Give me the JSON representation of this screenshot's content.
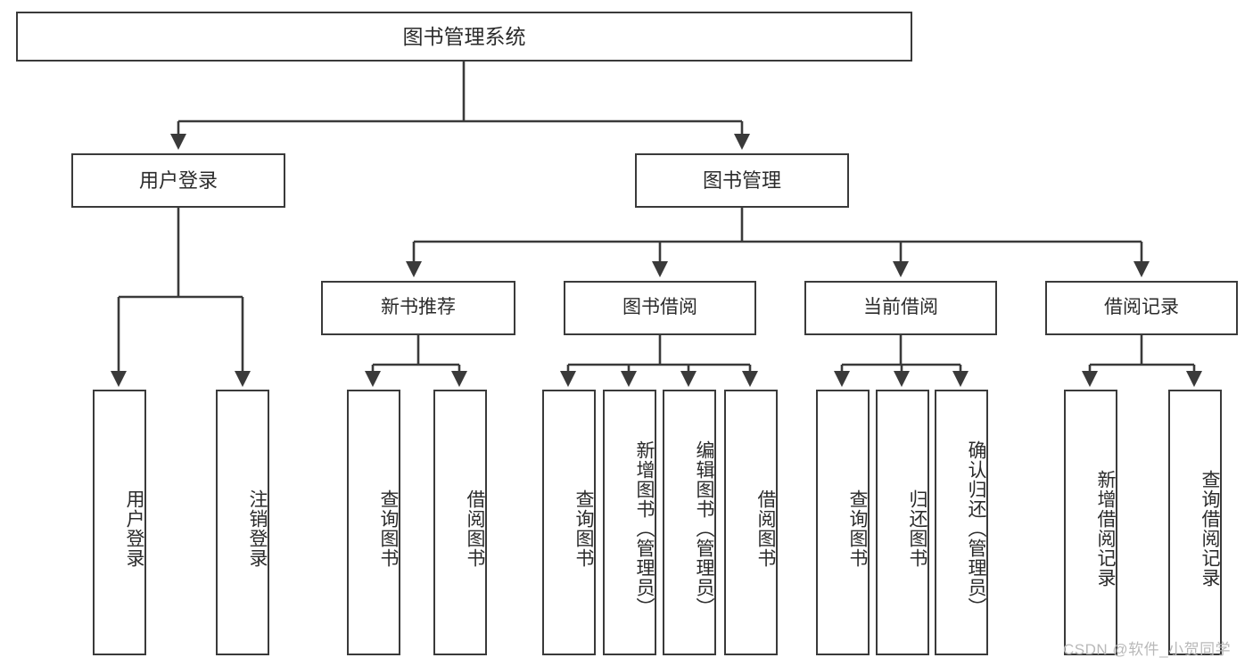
{
  "diagram": {
    "type": "tree-hierarchy",
    "title": "图书管理系统",
    "watermark": "CSDN @软件_小贺同学",
    "colors": {
      "box_border": "#3a3a3a",
      "box_fill": "#ffffff",
      "edge": "#3a3a3a",
      "text": "#2b2b2b",
      "watermark": "#b9b9b9",
      "background": "#ffffff"
    },
    "nodes": {
      "root": {
        "label": "图书管理系统",
        "level": 0
      },
      "user_login": {
        "label": "用户登录",
        "level": 1
      },
      "book_manage": {
        "label": "图书管理",
        "level": 1
      },
      "new_book_rec": {
        "label": "新书推荐",
        "level": 2
      },
      "book_borrow": {
        "label": "图书借阅",
        "level": 2
      },
      "current_borrow": {
        "label": "当前借阅",
        "level": 2
      },
      "borrow_record": {
        "label": "借阅记录",
        "level": 2
      },
      "leaf_user_login": {
        "label": "用户登录",
        "level": 2
      },
      "leaf_logout": {
        "label": "注销登录",
        "level": 2
      },
      "leaf_query_book_1": {
        "label": "查询图书",
        "level": 3
      },
      "leaf_borrow_book_1": {
        "label": "借阅图书",
        "level": 3
      },
      "leaf_query_book_2": {
        "label": "查询图书",
        "level": 3
      },
      "leaf_add_book": {
        "label": "新增图书（管理员）",
        "level": 3
      },
      "leaf_edit_book": {
        "label": "编辑图书（管理员）",
        "level": 3
      },
      "leaf_borrow_book_2": {
        "label": "借阅图书",
        "level": 3
      },
      "leaf_query_book_3": {
        "label": "查询图书",
        "level": 3
      },
      "leaf_return_book": {
        "label": "归还图书",
        "level": 3
      },
      "leaf_confirm_return": {
        "label": "确认归还（管理员）",
        "level": 3
      },
      "leaf_add_record": {
        "label": "新增借阅记录",
        "level": 3
      },
      "leaf_query_record": {
        "label": "查询借阅记录",
        "level": 3
      }
    },
    "edges": [
      {
        "from": "root",
        "to": "user_login"
      },
      {
        "from": "root",
        "to": "book_manage"
      },
      {
        "from": "user_login",
        "to": "leaf_user_login"
      },
      {
        "from": "user_login",
        "to": "leaf_logout"
      },
      {
        "from": "book_manage",
        "to": "new_book_rec"
      },
      {
        "from": "book_manage",
        "to": "book_borrow"
      },
      {
        "from": "book_manage",
        "to": "current_borrow"
      },
      {
        "from": "book_manage",
        "to": "borrow_record"
      },
      {
        "from": "new_book_rec",
        "to": "leaf_query_book_1"
      },
      {
        "from": "new_book_rec",
        "to": "leaf_borrow_book_1"
      },
      {
        "from": "book_borrow",
        "to": "leaf_query_book_2"
      },
      {
        "from": "book_borrow",
        "to": "leaf_add_book"
      },
      {
        "from": "book_borrow",
        "to": "leaf_edit_book"
      },
      {
        "from": "book_borrow",
        "to": "leaf_borrow_book_2"
      },
      {
        "from": "current_borrow",
        "to": "leaf_query_book_3"
      },
      {
        "from": "current_borrow",
        "to": "leaf_return_book"
      },
      {
        "from": "current_borrow",
        "to": "leaf_confirm_return"
      },
      {
        "from": "borrow_record",
        "to": "leaf_add_record"
      },
      {
        "from": "borrow_record",
        "to": "leaf_query_record"
      }
    ]
  }
}
